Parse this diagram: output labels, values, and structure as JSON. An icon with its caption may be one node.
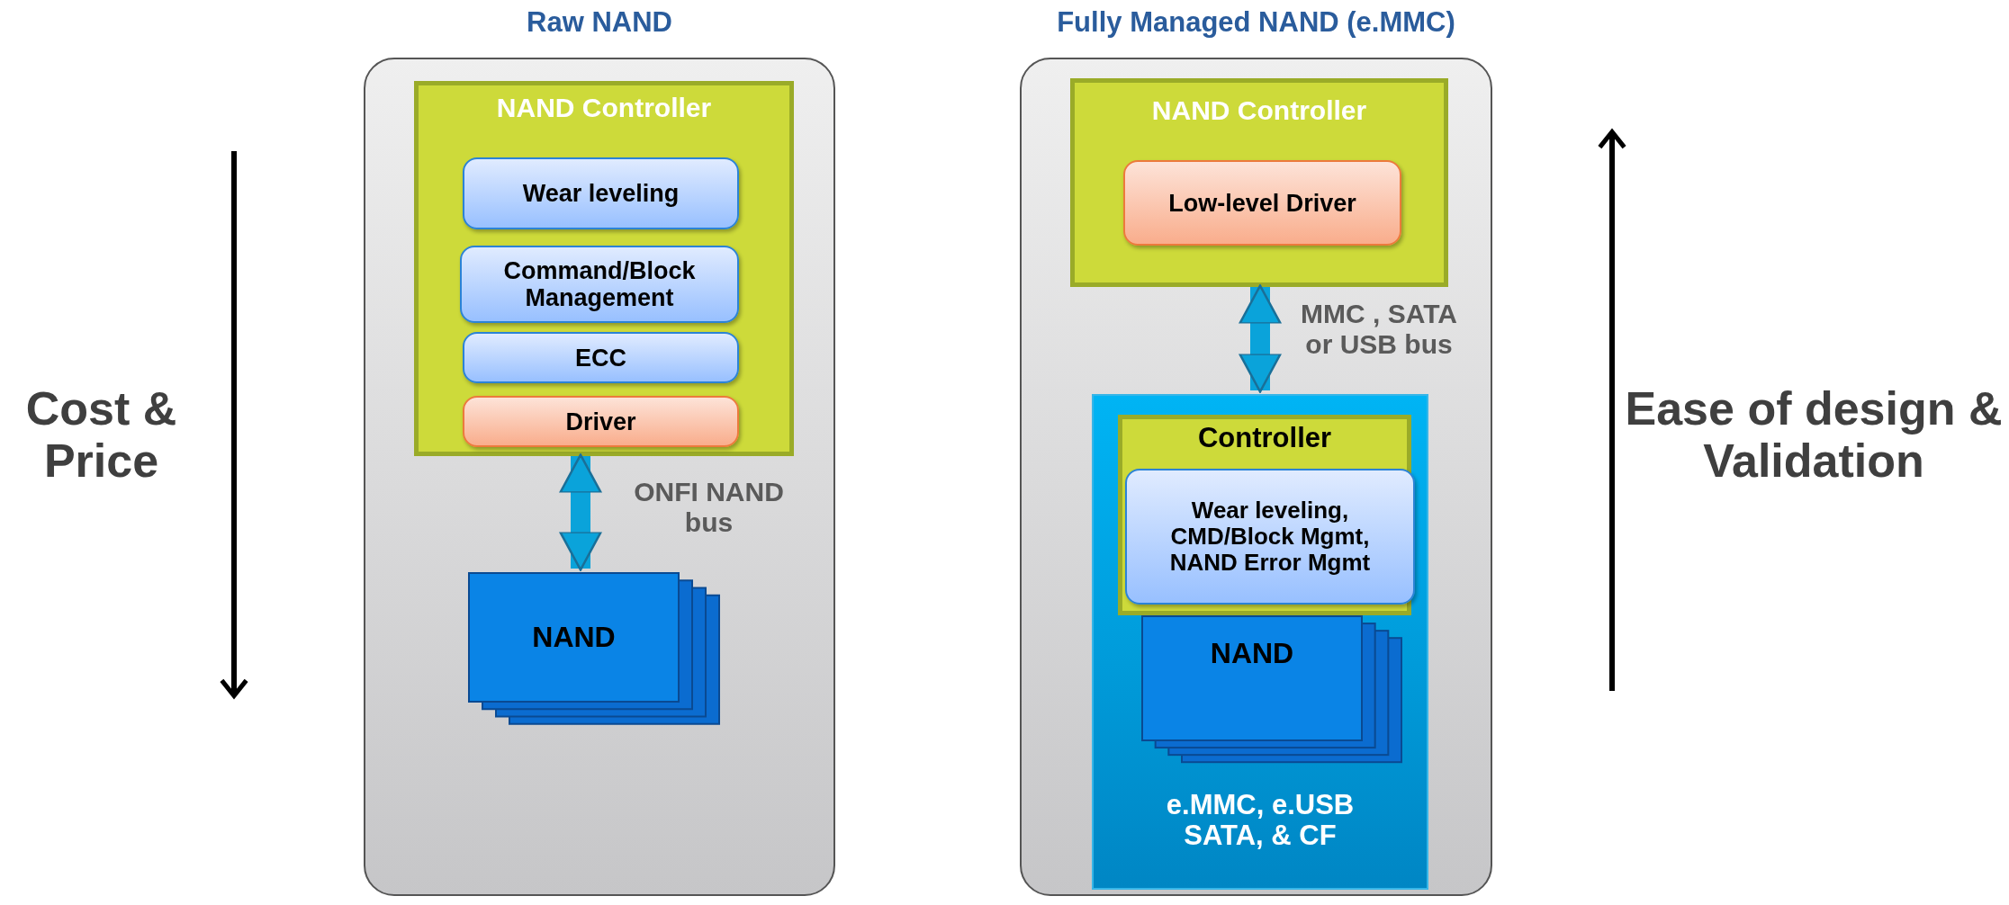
{
  "diagram": {
    "nodes": [
      {
        "text": [
          "Raw NAND"
        ]
      },
      {
        "text": [
          "NAND Controller"
        ],
        "in": 0
      },
      {
        "text": [
          "Wear leveling"
        ],
        "in": 1
      },
      {
        "text": [
          "Command/Block Management"
        ],
        "in": 1
      },
      {
        "text": [
          "ECC"
        ],
        "in": 1
      },
      {
        "text": [
          "Driver"
        ],
        "in": 1
      },
      {
        "text": [
          "NAND"
        ],
        "in": 0
      },
      {
        "text": [
          "Fully Managed NAND (e.MMC)"
        ]
      },
      {
        "text": [
          "NAND Controller"
        ],
        "in": 7
      },
      {
        "text": [
          "Low-level Driver"
        ],
        "in": 8
      },
      {
        "text": [
          "e.MMC, e.USB SATA, & CF"
        ],
        "in": 7
      },
      {
        "text": [
          "Controller"
        ],
        "in": 10
      },
      {
        "text": [
          "Wear leveling, CMD/Block Mgmt, NAND Error Mgmt"
        ],
        "in": 11
      },
      {
        "text": [
          "NAND"
        ],
        "in": 10
      }
    ],
    "edges": [
      {
        "from": 1,
        "to": 6,
        "arrow": "both",
        "label": "ONFI NAND bus"
      },
      {
        "from": 8,
        "to": 10,
        "arrow": "both",
        "label": "MMC , SATA or USB bus"
      }
    ],
    "labels": [
      "Cost & Price",
      "Ease of design & Validation"
    ]
  }
}
